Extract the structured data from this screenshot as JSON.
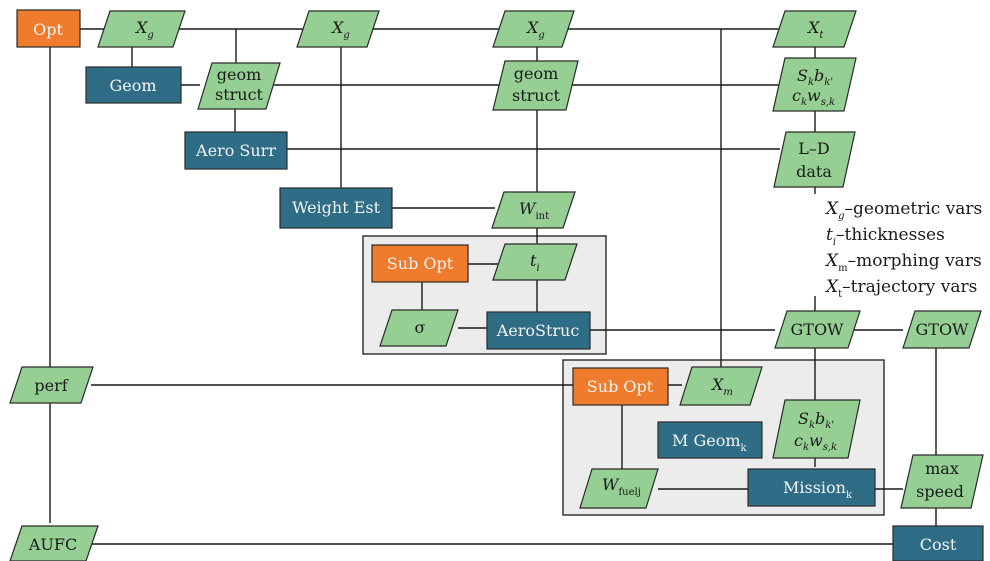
{
  "colors": {
    "optimizer": "#ef7b2c",
    "analysis": "#2f6c85",
    "data": "#95cf93",
    "group": "#ececec"
  },
  "nodes": {
    "opt": "Opt",
    "xg1": {
      "base": "X",
      "sub": "g"
    },
    "xg2": {
      "base": "X",
      "sub": "g"
    },
    "xg3": {
      "base": "X",
      "sub": "g"
    },
    "xt": {
      "base": "X",
      "sub": "t"
    },
    "geom": "Geom",
    "geom_struct_1": [
      "geom",
      "struct"
    ],
    "geom_struct_2": [
      "geom",
      "struct"
    ],
    "planform_1": {
      "l1": {
        "a": "S",
        "as": "k",
        "b": "b",
        "bs": "k'"
      },
      "l2": {
        "a": "c",
        "as": "k",
        "b": "w",
        "bs": "s,k"
      }
    },
    "aero_surr": "Aero Surr",
    "ld_data": [
      "L–D",
      "data"
    ],
    "weight_est": "Weight Est",
    "w_int": {
      "base": "W",
      "sub": "int"
    },
    "sub_opt_1": "Sub Opt",
    "ti": {
      "base": "t",
      "sub": "i"
    },
    "sigma": "σ",
    "aerostruc": "AeroStruc",
    "gtow_1": "GTOW",
    "gtow_2": "GTOW",
    "perf": "perf",
    "sub_opt_2": "Sub Opt",
    "xm": {
      "base": "X",
      "sub": "m"
    },
    "m_geom": {
      "base": "M Geom",
      "sub": "k"
    },
    "planform_2": {
      "l1": {
        "a": "S",
        "as": "k",
        "b": "b",
        "bs": "k'"
      },
      "l2": {
        "a": "c",
        "as": "k",
        "b": "w",
        "bs": "s,k"
      }
    },
    "w_fuel": {
      "base": "W",
      "sub": "fuelj"
    },
    "mission": {
      "base": "Mission",
      "sub": "k"
    },
    "max_speed": [
      "max",
      "speed"
    ],
    "aufc": "AUFC",
    "cost": "Cost"
  },
  "legend": [
    {
      "sym": "X",
      "sub": "g",
      "text": "–geometric vars"
    },
    {
      "sym": "t",
      "sub": "i",
      "text": "–thicknesses"
    },
    {
      "sym": "X",
      "sub": "m",
      "text": "–morphing vars"
    },
    {
      "sym": "X",
      "sub": "t",
      "text": "–trajectory vars"
    }
  ]
}
